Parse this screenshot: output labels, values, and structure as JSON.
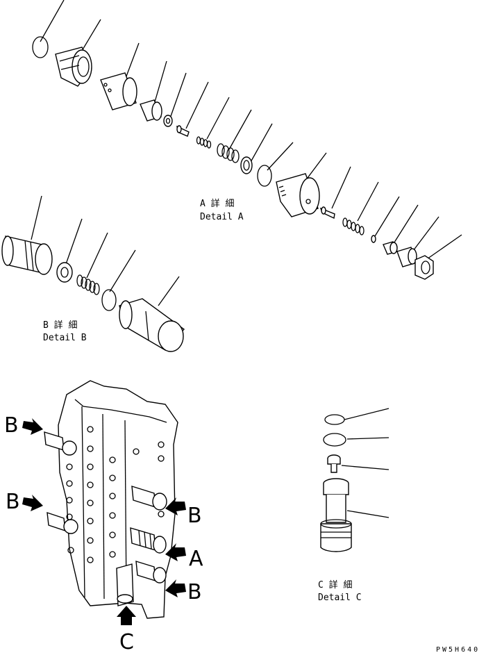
{
  "details": {
    "a": {
      "jp": "A 詳 細",
      "en": "Detail A"
    },
    "b": {
      "jp": "B 詳 細",
      "en": "Detail B"
    },
    "c": {
      "jp": "C 詳 細",
      "en": "Detail C"
    }
  },
  "callouts": {
    "b_upper_left": "B",
    "b_lower_left": "B",
    "b_right_upper": "B",
    "a_right": "A",
    "b_right_lower": "B",
    "c_bottom": "C"
  },
  "drawing_code": "PW5H640"
}
